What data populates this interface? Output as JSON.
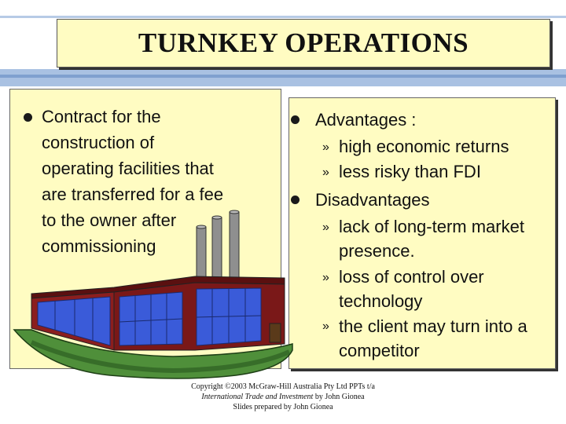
{
  "title": "TURNKEY OPERATIONS",
  "left": {
    "lines": [
      "Contract for the",
      "construction of",
      "operating facilities that",
      "are transferred for a fee",
      "to the owner after",
      "commissioning"
    ]
  },
  "right": {
    "advantages_label": "Advantages :",
    "advantages": [
      "high economic returns",
      "less risky than FDI"
    ],
    "disadvantages_label": "Disadvantages",
    "disadvantages": [
      [
        "lack of long-term market",
        "presence."
      ],
      [
        "loss of control over",
        "technology"
      ],
      [
        "the client may turn into a",
        "competitor"
      ]
    ],
    "sub_marker": "»"
  },
  "footer": {
    "line1": "Copyright ©2003 McGraw-Hill Australia Pty Ltd PPTs t/a",
    "line2_italic": "International Trade and Investment",
    "line2_rest": " by John Gionea",
    "line3": "Slides prepared by John Gionea"
  },
  "colors": {
    "panel": "#fffcc2",
    "band": "#a9c1e2",
    "factory_wall": "#8b1e1e",
    "factory_window": "#3a5bd9",
    "ground": "#4f8f3a"
  }
}
